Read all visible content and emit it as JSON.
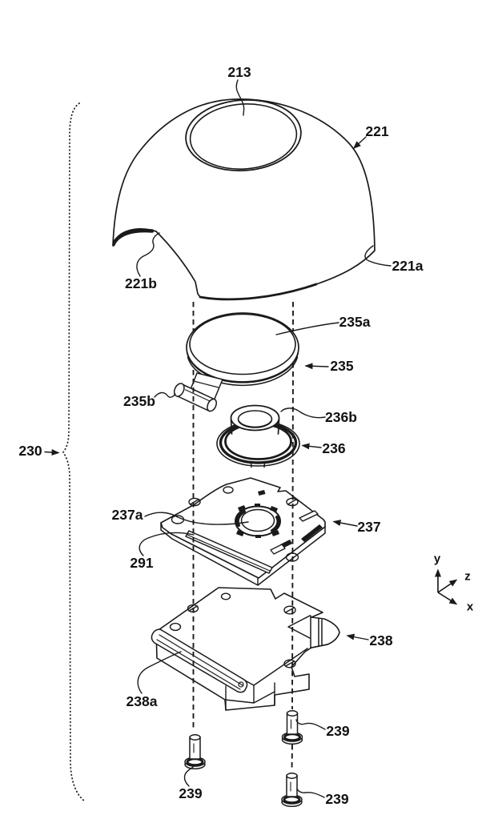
{
  "figure": {
    "type": "patent-exploded-view",
    "background": "#ffffff",
    "line_color": "#1a1a1a"
  },
  "labels": {
    "assembly_group": "230",
    "top_opening": "213",
    "cap": "221",
    "cap_surface": "221a",
    "cap_notch": "221b",
    "disc_top_surface": "235a",
    "disc": "235",
    "disc_shaft": "235b",
    "bushing_inner": "236b",
    "bushing": "236",
    "plate_opening": "237a",
    "plate": "237",
    "strip": "291",
    "base": "238",
    "base_rail": "238a",
    "screw_left": "239",
    "screw_right_upper": "239",
    "screw_right_lower": "239"
  },
  "axes": {
    "x": "x",
    "y": "y",
    "z": "z"
  }
}
